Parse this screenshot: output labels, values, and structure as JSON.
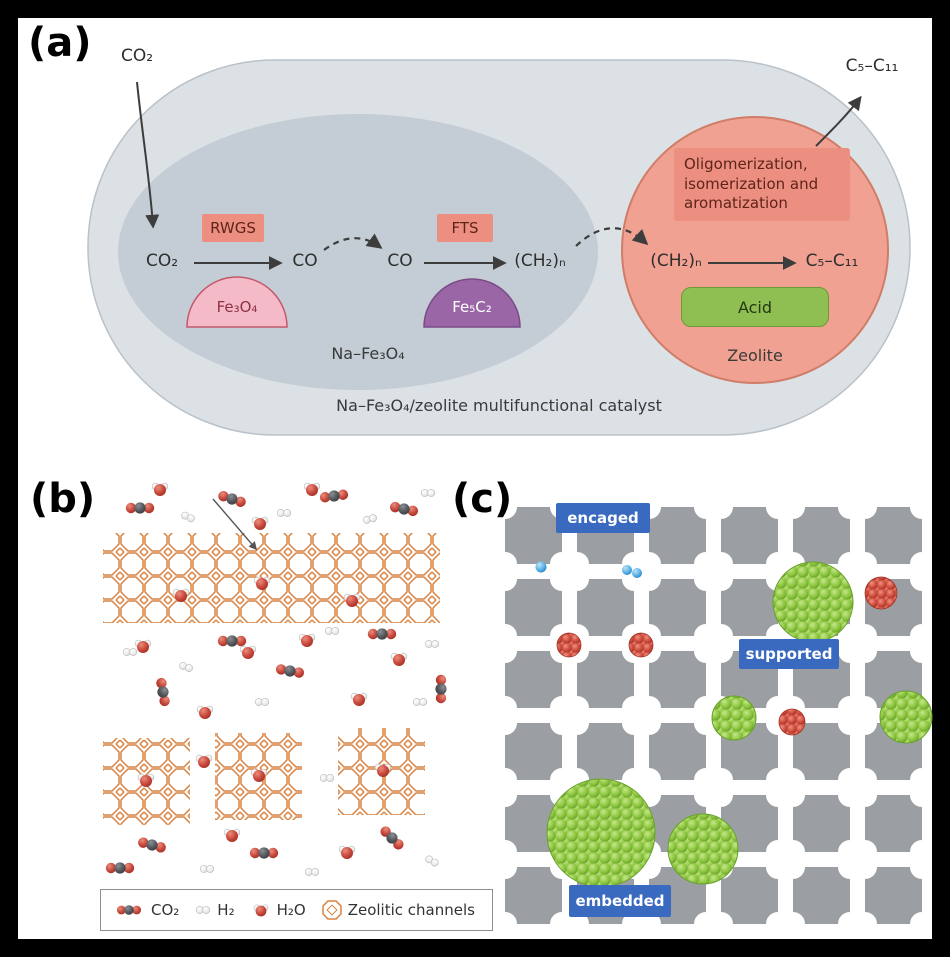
{
  "colors": {
    "capsule": "#dce1e5",
    "ellipse": "#c4cdd5",
    "zeolite_circle": "#f0a192",
    "salmon_box": "#ed8f80",
    "pink_dome": "#f5bac8",
    "purple_dome": "#9b66a5",
    "acid_green": "#8fbe52",
    "lattice_orange": "#d9823f",
    "framework_gray": "#9b9fa3",
    "label_blue": "#3a6ac0",
    "nanoparticle_green": "#8cc63f",
    "cluster_red": "#c8473c",
    "arrow_dark": "#3d3d3d"
  },
  "panel_a": {
    "label": "(a)",
    "feed": "CO₂",
    "product_out": "C₅–C₁₁",
    "chain": {
      "co2": "CO₂",
      "rwgs": "RWGS",
      "co_left": "CO",
      "co_right": "CO",
      "fts": "FTS",
      "ch2n_left": "(CH₂)ₙ",
      "ch2n_right": "(CH₂)ₙ",
      "product": "C₅–C₁₁"
    },
    "fe3o4": "Fe₃O₄",
    "fe5c2": "Fe₅C₂",
    "oligomerization": "Oligomerization, isomerization and aromatization",
    "acid": "Acid",
    "zeolite": "Zeolite",
    "na_fe3o4": "Na–Fe₃O₄",
    "caption": "Na–Fe₃O₄/zeolite multifunctional catalyst"
  },
  "panel_b": {
    "label": "(b)",
    "legend": {
      "co2": "CO₂",
      "h2": "H₂",
      "h2o": "H₂O",
      "channels": "Zeolitic channels"
    }
  },
  "panel_c": {
    "label": "(c)",
    "encaged": "encaged",
    "supported": "supported",
    "embedded": "embedded"
  }
}
